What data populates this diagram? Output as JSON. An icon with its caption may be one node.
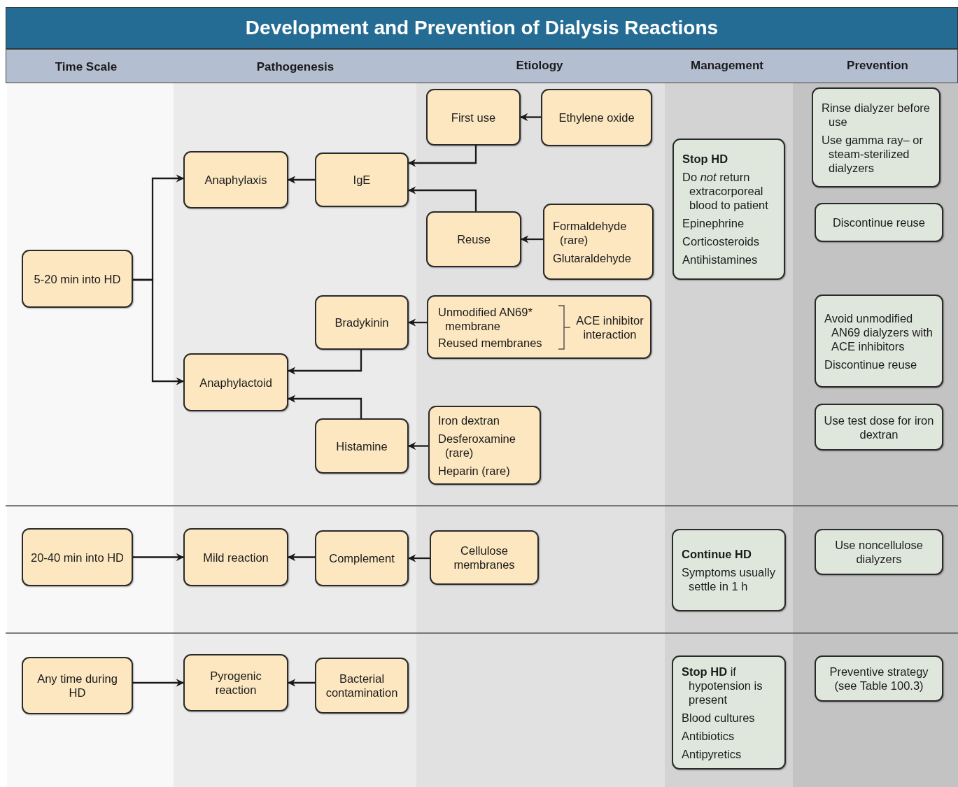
{
  "diagram": {
    "title": "Development and Prevention of Dialysis Reactions",
    "nodes": [
      {
        "text": [
          "5-20 min into HD"
        ]
      },
      {
        "text": [
          "Anaphylaxis"
        ]
      },
      {
        "text": [
          "IgE"
        ]
      },
      {
        "text": [
          "First use"
        ]
      },
      {
        "text": [
          "Ethylene oxide"
        ]
      },
      {
        "text": [
          "Reuse"
        ]
      },
      {
        "text": [
          "Formaldehyde (rare)",
          "Glutaraldehyde"
        ]
      },
      {
        "text": [
          "Bradykinin"
        ]
      },
      {
        "text": [
          "Unmodified AN69* membrane",
          "Reused membranes",
          "ACE inhibitor interaction"
        ]
      },
      {
        "text": [
          "Anaphylactoid"
        ]
      },
      {
        "text": [
          "Histamine"
        ]
      },
      {
        "text": [
          "Iron dextran",
          "Desferoxamine (rare)",
          "Heparin (rare)"
        ]
      },
      {
        "text": [
          "Stop HD",
          "Do *not* return extracorporeal blood to patient",
          "Epinephrine",
          "Corticosteroids",
          "Antihistamines"
        ]
      },
      {
        "text": [
          "Rinse dialyzer before use",
          "Use gamma ray– or steam-sterilized dialyzers"
        ]
      },
      {
        "text": [
          "Discontinue reuse"
        ]
      },
      {
        "text": [
          "Avoid unmodified AN69 dialyzers with ACE inhibitors",
          "Discontinue reuse"
        ]
      },
      {
        "text": [
          "Use test dose for iron dextran"
        ]
      },
      {
        "text": [
          "20-40 min into HD"
        ]
      },
      {
        "text": [
          "Mild reaction"
        ]
      },
      {
        "text": [
          "Complement"
        ]
      },
      {
        "text": [
          "Cellulose membranes"
        ]
      },
      {
        "text": [
          "Continue HD",
          "Symptoms usually settle in 1 h"
        ]
      },
      {
        "text": [
          "Use noncellulose dialyzers"
        ]
      },
      {
        "text": [
          "Any time during HD"
        ]
      },
      {
        "text": [
          "Pyrogenic reaction"
        ]
      },
      {
        "text": [
          "Bacterial contamination"
        ]
      },
      {
        "text": [
          "**Stop HD** if hypotension is present",
          "Blood cultures",
          "Antibiotics",
          "Antipyretics"
        ]
      },
      {
        "text": [
          "Preventive strategy (see Table 100.3)"
        ]
      }
    ],
    "edges": [
      {
        "from": 0,
        "to": 1,
        "arrow": "to"
      },
      {
        "from": 0,
        "to": 9,
        "arrow": "to"
      },
      {
        "from": 4,
        "to": 3,
        "arrow": "to"
      },
      {
        "from": 3,
        "to": 2,
        "arrow": "to"
      },
      {
        "from": 5,
        "to": 2,
        "arrow": "to"
      },
      {
        "from": 6,
        "to": 5,
        "arrow": "to"
      },
      {
        "from": 2,
        "to": 1,
        "arrow": "to"
      },
      {
        "from": 8,
        "to": 7,
        "arrow": "to"
      },
      {
        "from": 7,
        "to": 9,
        "arrow": "to"
      },
      {
        "from": 10,
        "to": 9,
        "arrow": "to"
      },
      {
        "from": 11,
        "to": 10,
        "arrow": "to"
      },
      {
        "from": 17,
        "to": 18,
        "arrow": "to"
      },
      {
        "from": 19,
        "to": 18,
        "arrow": "to"
      },
      {
        "from": 20,
        "to": 19,
        "arrow": "to"
      },
      {
        "from": 23,
        "to": 24,
        "arrow": "to"
      },
      {
        "from": 25,
        "to": 24,
        "arrow": "to"
      }
    ],
    "labels": [
      "Time Scale",
      "Pathogenesis",
      "Etiology",
      "Management",
      "Prevention"
    ]
  }
}
